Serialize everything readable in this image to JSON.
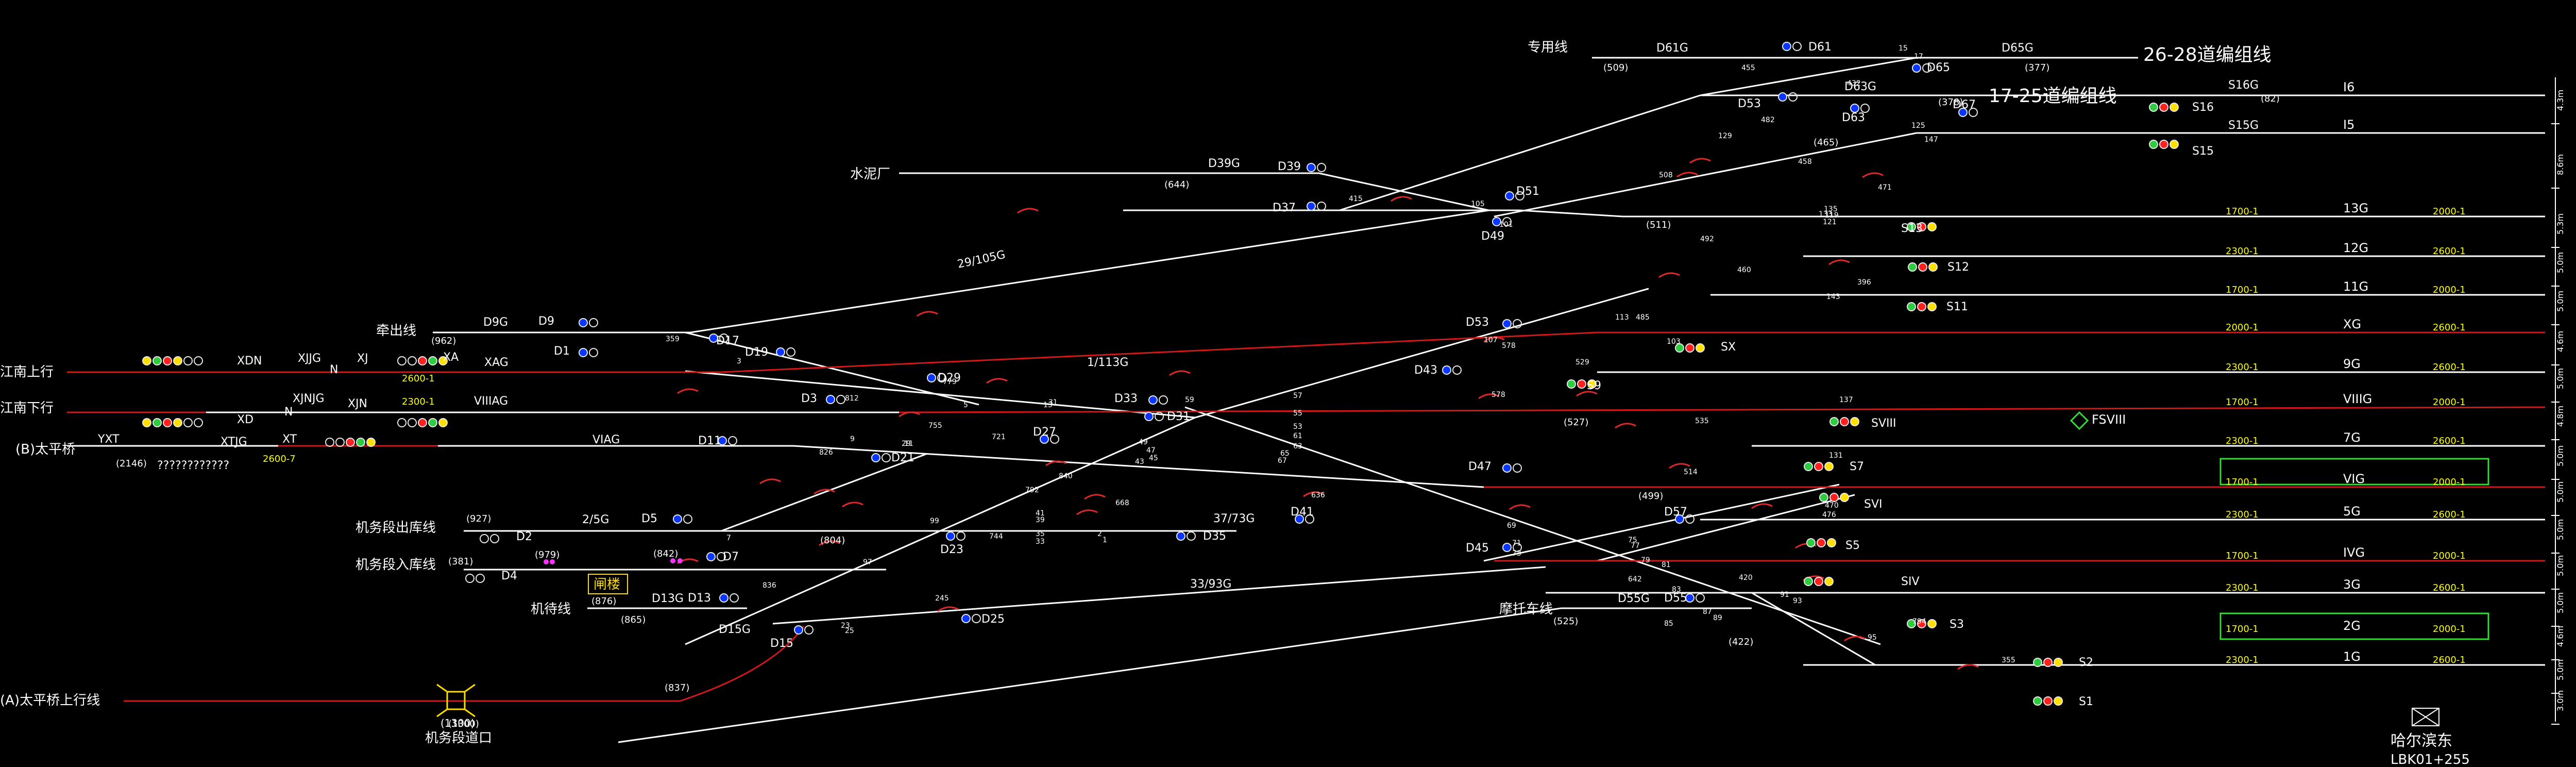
{
  "colors": {
    "background": "#000000",
    "track": "#ffffff",
    "occupied_track": "#d01818",
    "label": "#ffffff",
    "section_label": "#ffff00",
    "signal_red": "#ff2020",
    "signal_blue": "#0a36ff",
    "signal_green": "#2ecc40",
    "signal_yellow": "#ffe000",
    "signal_outline": "#e8e8e8",
    "highlight_box": "#ffdd00",
    "panel_green": "#33dd33",
    "switch_arc": "#e02828",
    "lamp_magenta": "#ff33ff",
    "diamond_green": "#33dd33"
  },
  "left_lines": [
    {
      "name": "江南上行",
      "signal": "XDN",
      "cells": [
        "N",
        "XJJG"
      ]
    },
    {
      "name": "江南下行",
      "signal": "XD",
      "cells": [
        "N",
        "XJNJG"
      ]
    },
    {
      "name": "(B)太平桥",
      "signal": "YXT",
      "cells": [
        "XTJG",
        "XT"
      ],
      "distance": "(2146)",
      "unknown": "????????????"
    },
    {
      "name": "(A)太平桥上行线"
    }
  ],
  "branch_lines": [
    {
      "name": "专用线"
    },
    {
      "name": "水泥厂"
    },
    {
      "name": "牵出线"
    },
    {
      "name": "机务段出库线"
    },
    {
      "name": "机务段入库线"
    },
    {
      "name": "机待线"
    },
    {
      "name": "摩托车线"
    },
    {
      "name": "26-28道编组线"
    },
    {
      "name": "17-25道编组线"
    }
  ],
  "receiving_tracks": [
    {
      "name": "I6",
      "left_section": "",
      "right_section": ""
    },
    {
      "name": "I5",
      "left_section": "",
      "right_section": ""
    },
    {
      "name": "13G",
      "left_section": "1700-1",
      "right_section": "2000-1"
    },
    {
      "name": "12G",
      "left_section": "2300-1",
      "right_section": "2600-1"
    },
    {
      "name": "11G",
      "left_section": "1700-1",
      "right_section": "2000-1"
    },
    {
      "name": "XG",
      "left_section": "2000-1",
      "right_section": "2600-1"
    },
    {
      "name": "9G",
      "left_section": "2300-1",
      "right_section": "2600-1"
    },
    {
      "name": "VIIIG",
      "left_section": "1700-1",
      "right_section": "2000-1"
    },
    {
      "name": "7G",
      "left_section": "2300-1",
      "right_section": "2600-1"
    },
    {
      "name": "VIG",
      "left_section": "1700-1",
      "right_section": "2000-1"
    },
    {
      "name": "5G",
      "left_section": "2300-1",
      "right_section": "2600-1"
    },
    {
      "name": "IVG",
      "left_section": "1700-1",
      "right_section": "2000-1"
    },
    {
      "name": "3G",
      "left_section": "2300-1",
      "right_section": "2600-1"
    },
    {
      "name": "2G",
      "left_section": "1700-1",
      "right_section": "2000-1"
    },
    {
      "name": "1G",
      "left_section": "2300-1",
      "right_section": "2600-1"
    }
  ],
  "track_lengths": [
    "4.3m",
    "8.6m",
    "5.3m",
    "5.0m",
    "5.0m",
    "4.6m",
    "5.0m",
    "4.8m",
    "5.0m",
    "5.0m",
    "5.0m",
    "5.0m",
    "5.0m",
    "4.6m",
    "5.0m",
    "3.0m"
  ],
  "exit_signals": [
    "S16",
    "S15",
    "S13",
    "S12",
    "S11",
    "SX",
    "S9",
    "SVIII",
    "S7",
    "SVI",
    "S5",
    "SIV",
    "S3",
    "S2",
    "S1"
  ],
  "route_sections": [
    "D61G",
    "D65G",
    "D63G",
    "S16G",
    "S15G",
    "D39G",
    "29/105G",
    "1/113G",
    "D9G",
    "XAG",
    "VIIIAG",
    "VIAG",
    "2/5G",
    "D13G",
    "D15G",
    "37/73G",
    "33/93G",
    "D55G"
  ],
  "shunt_signals": [
    "D61",
    "D65",
    "D63",
    "D67",
    "D53",
    "D51",
    "D49",
    "D39",
    "D37",
    "D9",
    "D1",
    "D17",
    "D19",
    "D29",
    "D3",
    "D33",
    "D31",
    "D27",
    "D21",
    "D11",
    "D43",
    "D53",
    "D47",
    "D45",
    "D57",
    "D55",
    "D5",
    "D7",
    "D13",
    "D23",
    "D35",
    "D41",
    "D25",
    "D15"
  ],
  "switch_numbers": [
    "15",
    "17",
    "125",
    "147",
    "129",
    "135",
    "133",
    "137",
    "131",
    "143",
    "113",
    "107",
    "105",
    "101",
    "59",
    "57",
    "55",
    "53",
    "61",
    "63",
    "65",
    "67",
    "49",
    "47",
    "45",
    "43",
    "41",
    "39",
    "35",
    "33",
    "31",
    "29",
    "13",
    "11",
    "9",
    "7",
    "5",
    "3",
    "2",
    "1",
    "25",
    "23",
    "97",
    "99",
    "69",
    "71",
    "73",
    "75",
    "77",
    "79",
    "81",
    "83",
    "85",
    "87",
    "89",
    "91",
    "93",
    "95",
    "103",
    "119",
    "121"
  ],
  "distances": [
    "(509)",
    "(377)",
    "(465)",
    "(82)",
    "(378)",
    "(644)",
    "(962)",
    "(927)",
    "(979)",
    "(381)",
    "(842)",
    "(876)",
    "(865)",
    "(837)",
    "(804)",
    "(511)",
    "(527)",
    "(499)",
    "(525)",
    "(422)",
    "(1300)"
  ],
  "lengths_small": [
    "455",
    "432",
    "482",
    "458",
    "508",
    "471",
    "415",
    "492",
    "460",
    "396",
    "485",
    "578",
    "529",
    "578",
    "535",
    "514",
    "470",
    "476",
    "420",
    "794",
    "355",
    "359",
    "779",
    "755",
    "721",
    "812",
    "826",
    "840",
    "792",
    "668",
    "636",
    "744",
    "245",
    "836",
    "642"
  ],
  "indicators": [
    "2600-1",
    "2300-1",
    "2600-7"
  ],
  "crossing_label": "机务段道口",
  "crossing_distance": "(1300)",
  "locked_label": "闸楼",
  "direction_label": "哈尔滨东",
  "mileage": "LBK01+255",
  "fsviii": "FSVIII",
  "small_labels": [
    "D2",
    "D4",
    "D1",
    "D9",
    "XA",
    "XJN",
    "XJ",
    "XT"
  ]
}
